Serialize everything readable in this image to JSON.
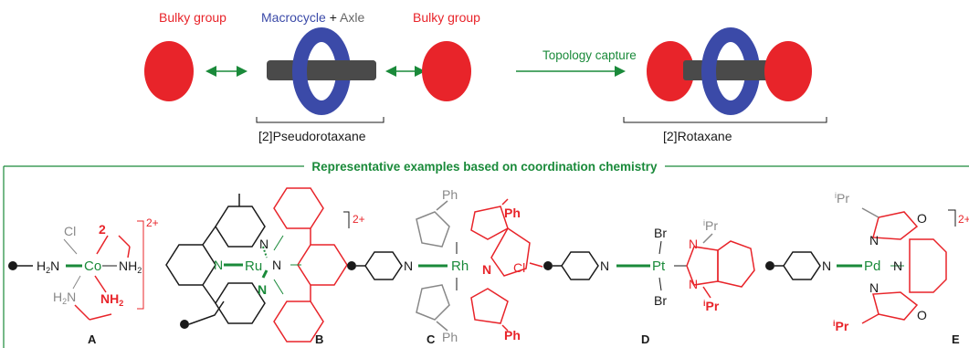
{
  "top": {
    "bulky_left": "Bulky group",
    "macrocycle": "Macrocycle",
    "plus": "+",
    "axle": "Axle",
    "bulky_right": "Bulky group",
    "arrow_label": "Topology capture",
    "pseudorotaxane": "[2]Pseudorotaxane",
    "rotaxane": "[2]Rotaxane"
  },
  "panel": {
    "title": "Representative examples based on coordination chemistry",
    "charge": "2+",
    "compounds": [
      {
        "letter": "A",
        "metal": "Co"
      },
      {
        "letter": "B",
        "metal": "Ru"
      },
      {
        "letter": "C",
        "metal": "Rh"
      },
      {
        "letter": "D",
        "metal": "Pt"
      },
      {
        "letter": "E",
        "metal": "Pd"
      }
    ]
  },
  "atoms": {
    "H2N": "H",
    "N": "N",
    "Cl": "Cl",
    "Ph": "Ph",
    "Br": "Br",
    "NH2": "NH",
    "sub2": "2",
    "iPr_i": "i",
    "Pr": "Pr",
    "O": "O"
  },
  "colors": {
    "red": "#e8242a",
    "blue": "#3b4aa8",
    "axle": "#555555",
    "green": "#1a8a3a",
    "grey": "#888888",
    "black": "#1a1a1a"
  }
}
